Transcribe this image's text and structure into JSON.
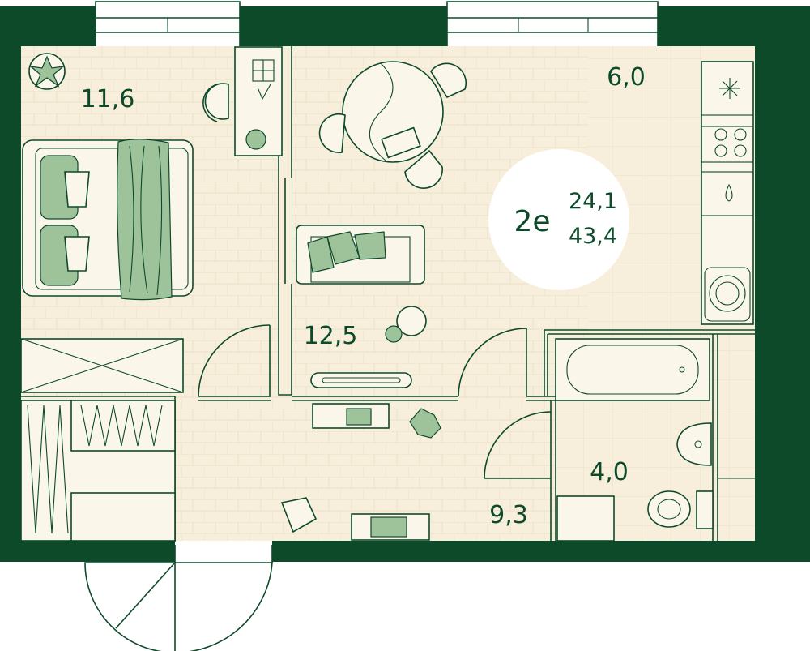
{
  "apartment": {
    "type_label": "2е",
    "living_area": "24,1",
    "total_area": "43,4"
  },
  "rooms": {
    "bedroom": "11,6",
    "living_room": "12,5",
    "kitchen": "6,0",
    "hall": "9,3",
    "bathroom": "4,0"
  },
  "colors": {
    "wall": "#0d4a2a",
    "floor": "#f7efdc",
    "tile_line": "#ece2c9",
    "accent_green": "#9ec29a",
    "badge_bg": "#ffffff"
  }
}
